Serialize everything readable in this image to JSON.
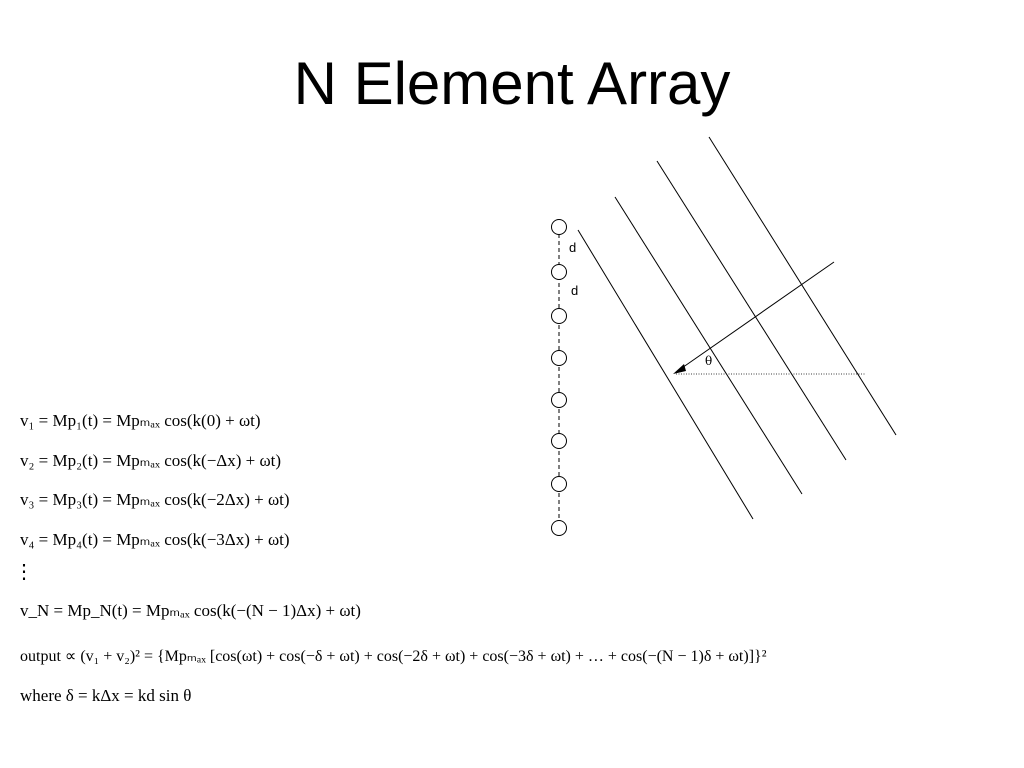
{
  "slide": {
    "title": "N Element Array"
  },
  "diagram": {
    "element_count": 8,
    "spacing_label_1": "d",
    "spacing_label_2": "d",
    "angle_label": "θ",
    "wavefront_count": 4
  },
  "equations": {
    "v1": "v₁ = Mp₁(t) = Mpₘₐₓ cos(k(0) + ωt)",
    "v2": "v₂ = Mp₂(t) = Mpₘₐₓ cos(k(−Δx) + ωt)",
    "v3": "v₃ = Mp₃(t) = Mpₘₐₓ cos(k(−2Δx) + ωt)",
    "v4": "v₄ = Mp₄(t) = Mpₘₐₓ cos(k(−3Δx) + ωt)",
    "ellipsis": "⋮",
    "vN": "v_N = Mp_N(t) = Mpₘₐₓ cos(k(−(N − 1)Δx) + ωt)",
    "output": "output ∝ (v₁ + v₂)² = {Mpₘₐₓ [cos(ωt) + cos(−δ + ωt) + cos(−2δ + ωt) + cos(−3δ + ωt) + … + cos(−(N − 1)δ + ωt)]}²",
    "where": "where  δ = kΔx = kd sin θ"
  }
}
